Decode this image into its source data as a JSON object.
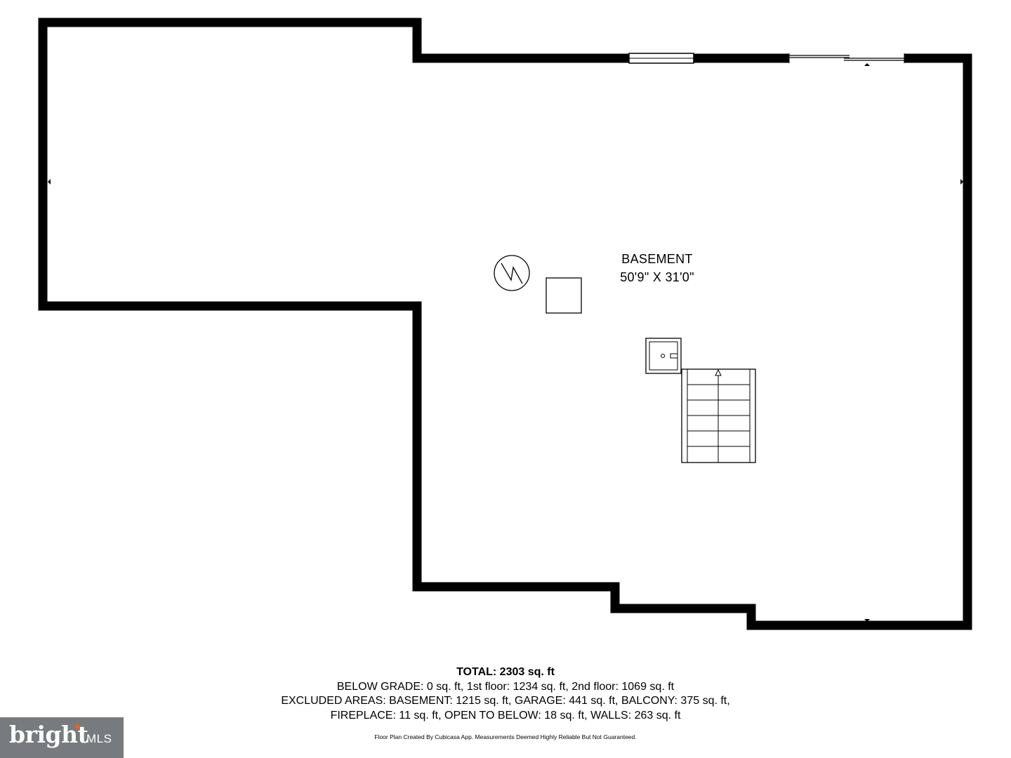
{
  "room": {
    "name": "BASEMENT",
    "dimensions": "50'9\" X 31'0\""
  },
  "summary": {
    "total": "TOTAL: 2303 sq. ft",
    "below_grade": "BELOW GRADE: 0 sq. ft, 1st floor: 1234 sq. ft, 2nd floor: 1069 sq. ft",
    "excluded": "EXCLUDED AREAS: BASEMENT: 1215 sq. ft, GARAGE: 441 sq. ft, BALCONY: 375 sq. ft,",
    "fireplace": "FIREPLACE: 11 sq. ft, OPEN TO BELOW: 18 sq. ft, WALLS: 263 sq. ft"
  },
  "credit": "Floor Plan Created By Cubicasa App. Measurements Deemed Highly Reliable But Not Guaranteed.",
  "logo": {
    "word": "bright",
    "suffix": "MLS"
  },
  "colors": {
    "wall": "#000000",
    "background": "#ffffff",
    "logo_bg": "#777a7e",
    "logo_accent": "#f15a29"
  }
}
